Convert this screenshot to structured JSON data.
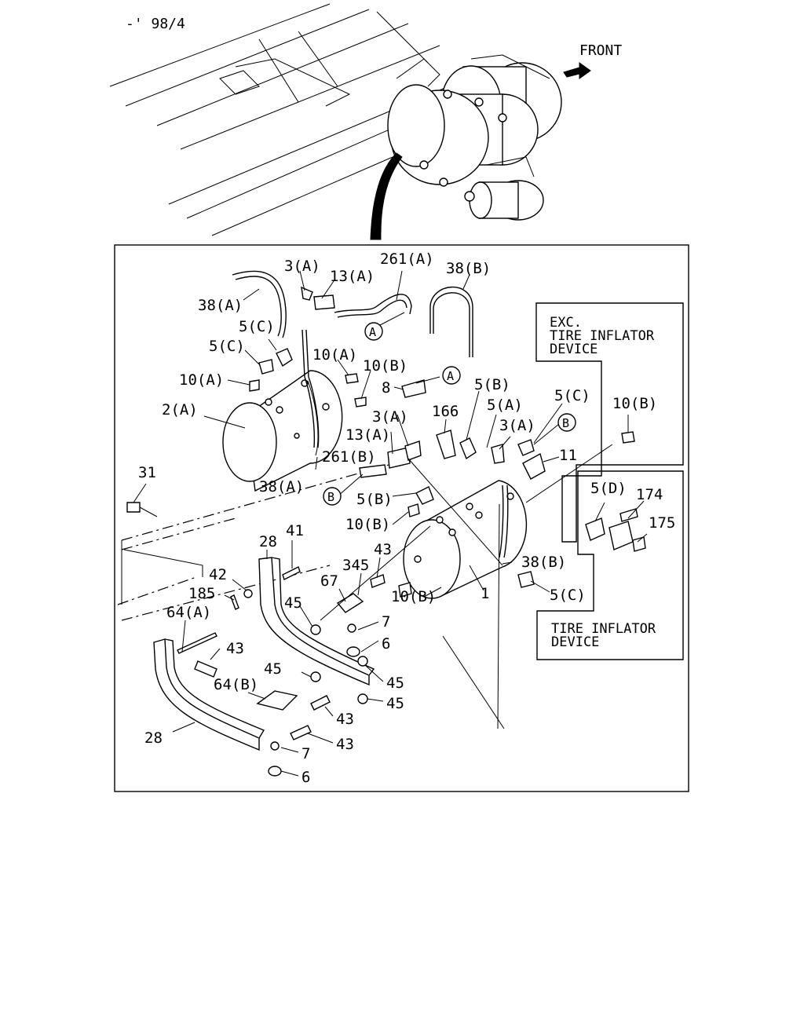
{
  "header": {
    "date_code": "-' 98/4",
    "front_label": "FRONT"
  },
  "boxes": {
    "exc_line1": "EXC.",
    "exc_line2": "TIRE INFLATOR",
    "exc_line3": "DEVICE",
    "tire_line1": "TIRE INFLATOR",
    "tire_line2": "DEVICE"
  },
  "callouts": {
    "circle_a": "A",
    "circle_b": "B"
  },
  "labels": [
    "3(A)",
    "13(A)",
    "261(A)",
    "38(B)",
    "38(A)",
    "5(C)",
    "5(C)",
    "10(A)",
    "10(B)",
    "10(A)",
    "8",
    "2(A)",
    "5(B)",
    "5(C)",
    "166",
    "5(A)",
    "3(A)",
    "10(B)",
    "3(A)",
    "13(A)",
    "11",
    "31",
    "38(A)",
    "261(B)",
    "5(B)",
    "5(D)",
    "174",
    "10(B)",
    "175",
    "28",
    "41",
    "43",
    "38(B)",
    "345",
    "67",
    "42",
    "185",
    "45",
    "1",
    "10(B)",
    "5(C)",
    "64(A)",
    "7",
    "43",
    "6",
    "45",
    "45",
    "64(B)",
    "45",
    "43",
    "28",
    "43",
    "7",
    "6"
  ],
  "icons": {
    "front_arrow": "arrow-right-icon",
    "circle_marker": "circle-letter-icon"
  }
}
